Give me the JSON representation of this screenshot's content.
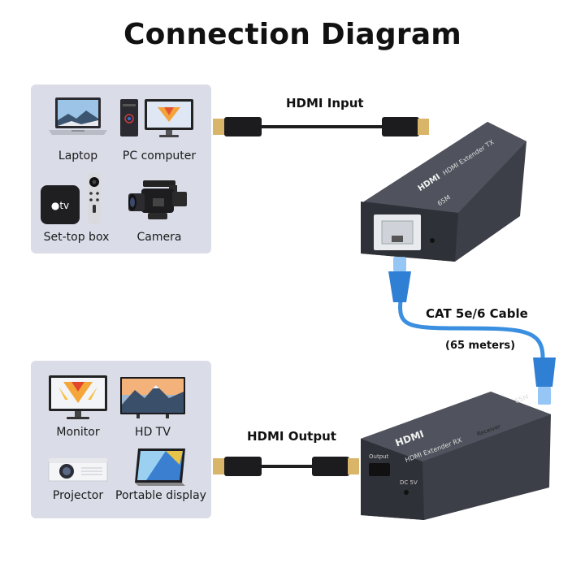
{
  "title": "Connection Diagram",
  "source_devices": [
    {
      "label": "Laptop",
      "icon": "laptop-icon"
    },
    {
      "label": "PC computer",
      "icon": "pc-computer-icon"
    },
    {
      "label": "Set-top box",
      "icon": "set-top-box-icon"
    },
    {
      "label": "Camera",
      "icon": "camera-icon"
    }
  ],
  "output_devices": [
    {
      "label": "Monitor",
      "icon": "monitor-icon"
    },
    {
      "label": "HD TV",
      "icon": "hd-tv-icon"
    },
    {
      "label": "Projector",
      "icon": "projector-icon"
    },
    {
      "label": "Portable display",
      "icon": "portable-display-icon"
    }
  ],
  "cables": {
    "input_label": "HDMI Input",
    "output_label": "HDMI Output",
    "network_label": "CAT 5e/6 Cable",
    "network_length": "(65 meters)"
  },
  "transmitter": {
    "brand": "HDMI",
    "model_text": "HDMI Extender TX",
    "badge": "65M"
  },
  "receiver": {
    "brand": "HDMI",
    "model_text": "HDMI Extender RX",
    "role_tag": "Receiver",
    "badge": "65M",
    "port_label": "Output",
    "power_label": "DC 5V"
  },
  "colors": {
    "panel": "#dadde8",
    "network_cable": "#3a8fe0",
    "hdmi_cable": "#1e1e1e",
    "hdmi_tip": "#d9b56a",
    "extender_body": "#3d3f48"
  }
}
